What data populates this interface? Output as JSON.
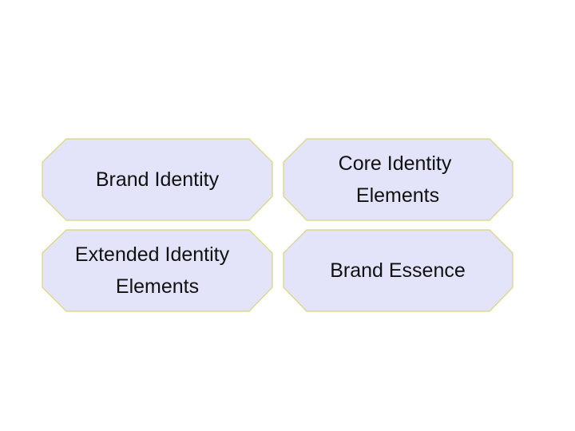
{
  "boxes": [
    {
      "id": "brand-identity",
      "lines": [
        "Brand Identity"
      ]
    },
    {
      "id": "core-identity-elements",
      "lines": [
        "Core Identity",
        "Elements"
      ]
    },
    {
      "id": "extended-identity-elements",
      "lines": [
        "Extended Identity",
        "Elements"
      ]
    },
    {
      "id": "brand-essence",
      "lines": [
        "Brand Essence"
      ]
    }
  ],
  "colors": {
    "box_fill": "#e3e4fa",
    "box_border": "#d9d47a",
    "text": "#111111"
  }
}
